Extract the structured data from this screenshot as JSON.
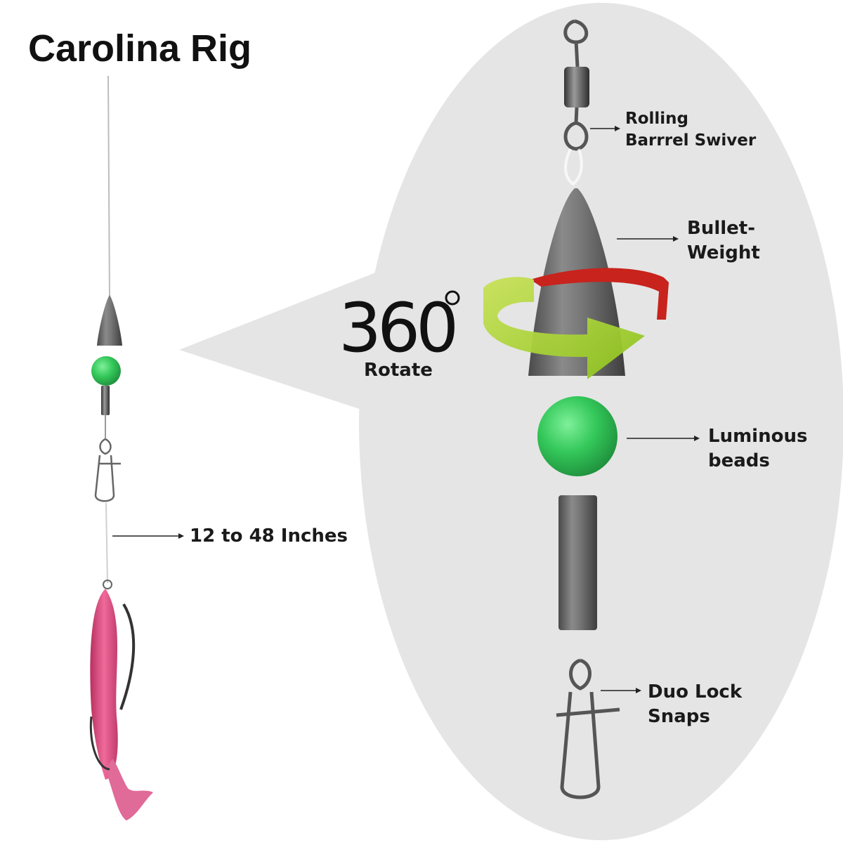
{
  "title": "Carolina Rig",
  "rotation": {
    "value": "360",
    "unit_icon": "degree-symbol",
    "caption": "Rotate"
  },
  "labels": {
    "swivel": [
      "Rolling",
      "Barrrel Swiver"
    ],
    "weight": [
      "Bullet-",
      "Weight"
    ],
    "beads": [
      "Luminous",
      "beads"
    ],
    "snaps": [
      "Duo Lock",
      "Snaps"
    ],
    "leader": "12 to 48 Inches"
  },
  "colors": {
    "callout_bg": "#e5e5e5",
    "bead_green": "#34c85a",
    "lure_pink": "#e8578a",
    "arrow_green": "#a8d22a",
    "arrow_red": "#c8231c",
    "lead_gray": "#6b6b6b"
  },
  "icons": [
    "rotation-arrow-icon",
    "swivel-icon",
    "bullet-weight-icon",
    "bead-icon",
    "sleeve-icon",
    "snap-icon",
    "soft-lure-icon"
  ]
}
